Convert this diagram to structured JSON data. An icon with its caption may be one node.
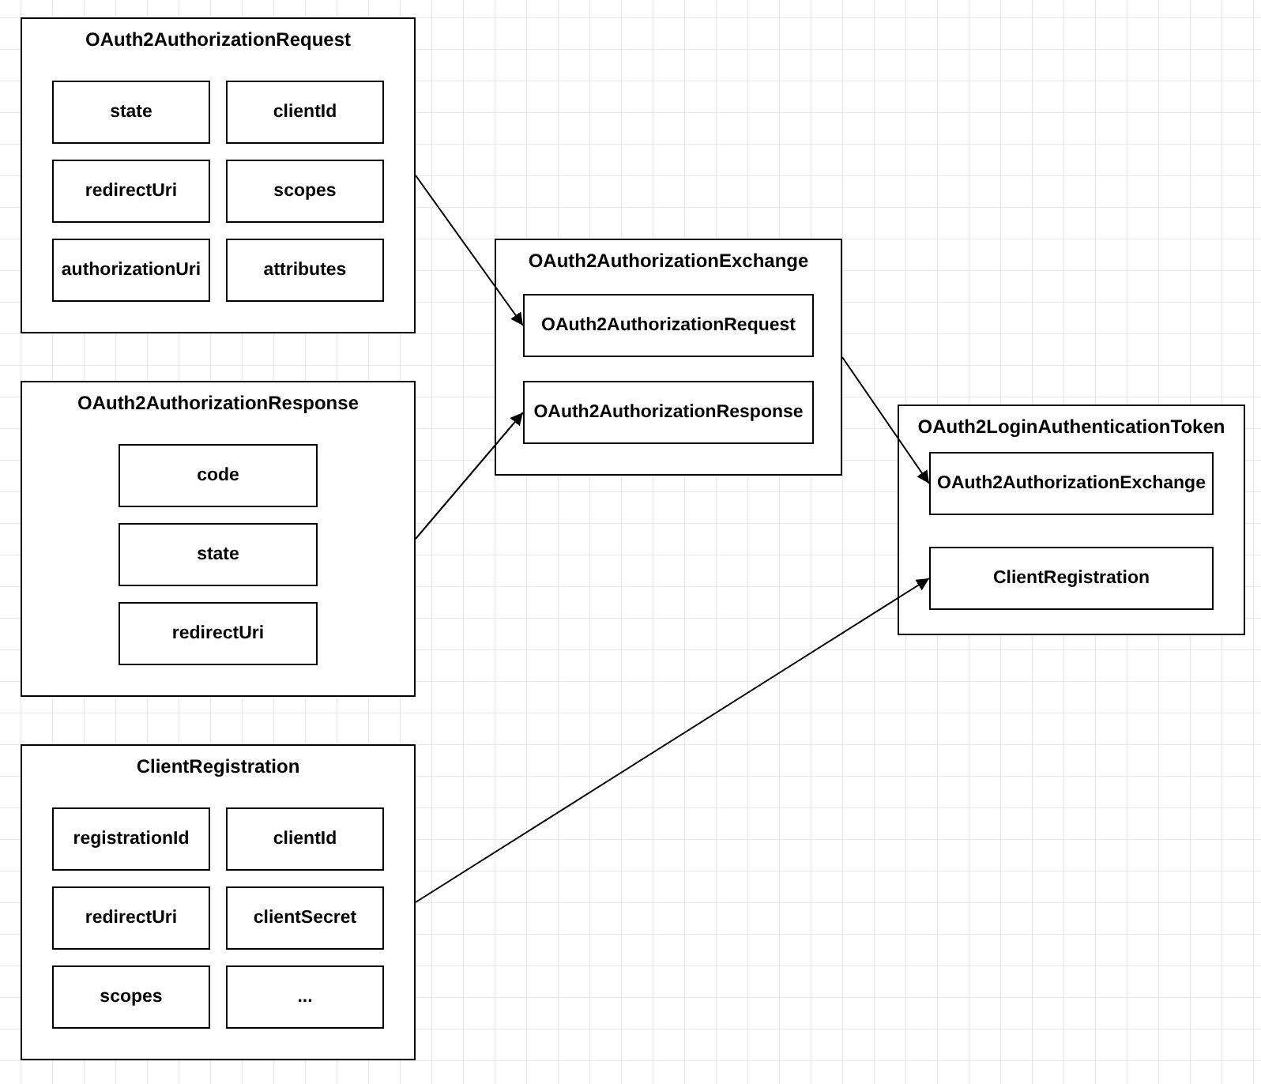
{
  "diagram": {
    "nodes": [
      {
        "text": [
          "OAuth2AuthorizationRequest"
        ]
      },
      {
        "text": [
          "state"
        ],
        "in": 0
      },
      {
        "text": [
          "clientId"
        ],
        "in": 0
      },
      {
        "text": [
          "redirectUri"
        ],
        "in": 0
      },
      {
        "text": [
          "scopes"
        ],
        "in": 0
      },
      {
        "text": [
          "authorizationUri"
        ],
        "in": 0
      },
      {
        "text": [
          "attributes"
        ],
        "in": 0
      },
      {
        "text": [
          "OAuth2AuthorizationResponse"
        ]
      },
      {
        "text": [
          "code"
        ],
        "in": 7
      },
      {
        "text": [
          "state"
        ],
        "in": 7
      },
      {
        "text": [
          "redirectUri"
        ],
        "in": 7
      },
      {
        "text": [
          "ClientRegistration"
        ]
      },
      {
        "text": [
          "registrationId"
        ],
        "in": 11
      },
      {
        "text": [
          "clientId"
        ],
        "in": 11
      },
      {
        "text": [
          "redirectUri"
        ],
        "in": 11
      },
      {
        "text": [
          "clientSecret"
        ],
        "in": 11
      },
      {
        "text": [
          "scopes"
        ],
        "in": 11
      },
      {
        "text": [
          "..."
        ],
        "in": 11
      },
      {
        "text": [
          "OAuth2AuthorizationExchange"
        ]
      },
      {
        "text": [
          "OAuth2AuthorizationRequest"
        ],
        "in": 18
      },
      {
        "text": [
          "OAuth2AuthorizationResponse"
        ],
        "in": 18
      },
      {
        "text": [
          "OAuth2LoginAuthenticationToken"
        ]
      },
      {
        "text": [
          "OAuth2AuthorizationExchange"
        ],
        "in": 21
      },
      {
        "text": [
          "ClientRegistration"
        ],
        "in": 21
      }
    ],
    "edges": [
      {
        "from": 0,
        "to": 19,
        "arrow": "to"
      },
      {
        "from": 7,
        "to": 20,
        "arrow": "to"
      },
      {
        "from": 18,
        "to": 22,
        "arrow": "to"
      },
      {
        "from": 11,
        "to": 23,
        "arrow": "to"
      }
    ]
  }
}
